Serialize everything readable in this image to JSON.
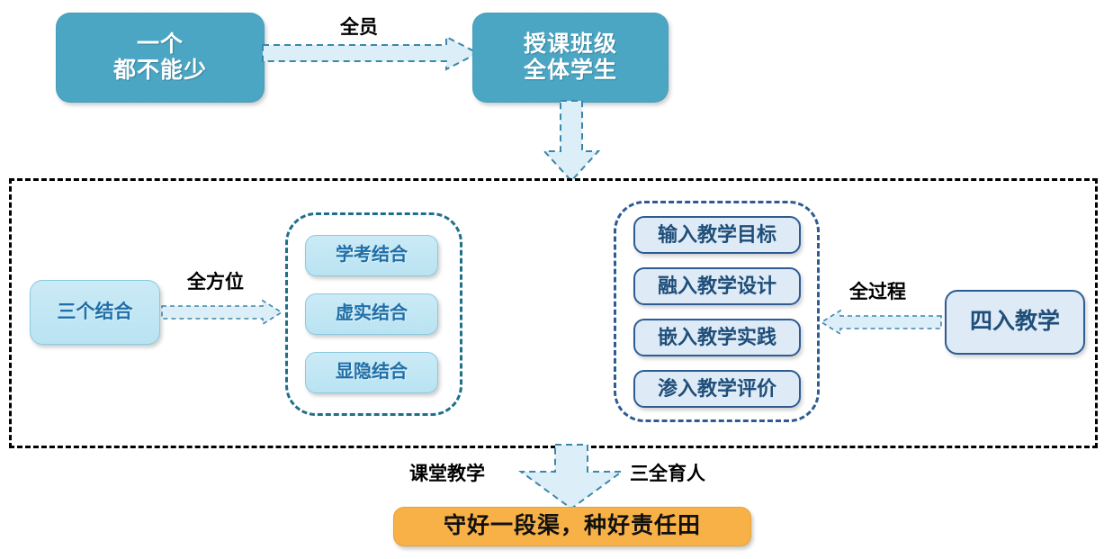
{
  "diagram": {
    "title_nodes": {
      "top_left": "一个\n都不能少",
      "top_right": "授课班级\n全体学生",
      "left_principle": "三个结合",
      "right_principle": "四入教学",
      "bottom_banner": "守好一段渠，种好责任田"
    },
    "edge_labels": {
      "top": "全员",
      "left": "全方位",
      "right": "全过程",
      "bottom_left": "课堂教学",
      "bottom_right": "三全育人"
    },
    "combination_group": {
      "items": [
        {
          "label": "学考结合"
        },
        {
          "label": "虚实结合"
        },
        {
          "label": "显隐结合"
        }
      ]
    },
    "four_in_group": {
      "items": [
        {
          "label": "输入教学目标"
        },
        {
          "label": "融入教学设计"
        },
        {
          "label": "嵌入教学实践"
        },
        {
          "label": "渗入教学评价"
        }
      ]
    },
    "colors": {
      "teal_fill": "#4BA6C4",
      "cyan_fill": "#BDE5F2",
      "cyan_text": "#1F6FA8",
      "navy_fill": "#DEEBF7",
      "navy_border": "#2E5C92",
      "navy_text": "#1F4E79",
      "orange_fill": "#F8B146",
      "arrow_fill": "#DCEEF8",
      "arrow_stroke": "#3C87A8",
      "outer_border": "#000000"
    }
  }
}
